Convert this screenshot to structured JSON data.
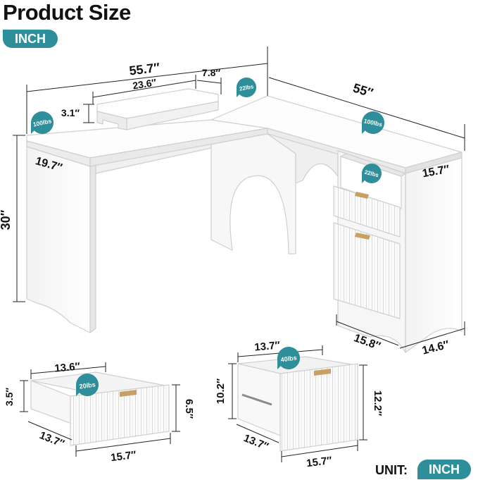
{
  "header": {
    "title": "Product Size",
    "unit_badge": "INCH"
  },
  "footer": {
    "unit_label": "UNIT:",
    "unit_value": "INCH"
  },
  "main_desk": {
    "total_width": "55.7″",
    "return_length": "55″",
    "monitor_stand_width": "23.6″",
    "monitor_stand_depth": "7.8″",
    "monitor_stand_height": "3.1″",
    "desk_depth": "19.7″",
    "height": "30″",
    "return_depth": "15.7″",
    "cabinet_width": "15.8″",
    "cabinet_depth": "14.6″",
    "load_desktop_left": "100lbs",
    "load_desktop_right": "100lbs",
    "load_monitor_stand": "22lbs",
    "load_shelf": "22lbs"
  },
  "small_drawer": {
    "inner_width": "13.6″",
    "height": "3.5″",
    "front_height": "6.5″",
    "depth": "13.7″",
    "front_width": "15.7″",
    "load": "20lbs"
  },
  "large_drawer": {
    "inner_width": "13.7″",
    "height": "10.2″",
    "front_height": "12.2″",
    "depth": "13.7″",
    "front_width": "15.7″",
    "load": "40lbs"
  },
  "colors": {
    "accent": "#2e8e99",
    "handle": "#c9a063",
    "furniture": "#ffffff",
    "outline": "#d4d4d4",
    "text": "#111111"
  }
}
